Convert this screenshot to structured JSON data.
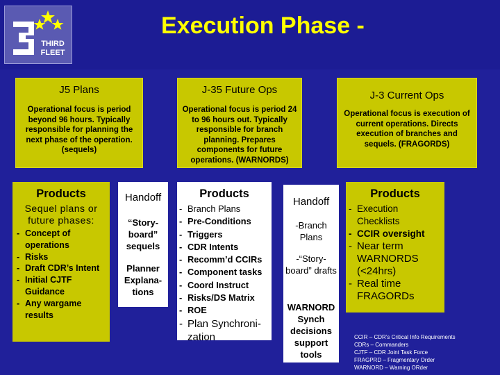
{
  "header": {
    "title": "Execution Phase -",
    "logo_text_line1": "THIRD",
    "logo_text_line2": "FLEET"
  },
  "columns": [
    {
      "title": "J5 Plans",
      "description": "Operational focus is period beyond 96 hours. Typically responsible for planning the next phase of the operation. (sequels)",
      "products_title": "Products",
      "products_intro": "Sequel plans or future phases:",
      "products_items": [
        "Concept of operations",
        "Risks",
        "Draft CDR’s Intent",
        "Initial CJTF Guidance",
        "Any wargame results"
      ],
      "handoff_title": "Handoff",
      "handoff_items": [
        "“Story-board” sequels",
        "Planner Explana-tions"
      ]
    },
    {
      "title": "J-35 Future Ops",
      "description": "Operational focus is period 24 to 96 hours out. Typically responsible for branch planning. Prepares components for future operations. (WARNORDS)",
      "products_title": "Products",
      "products_items": [
        "Branch Plans",
        "Pre-Conditions",
        "Triggers",
        "CDR Intents",
        "Recomm’d CCIRs",
        "Component tasks",
        "Coord Instruct",
        "Risks/DS Matrix",
        "ROE",
        "Plan Synchroni-zation"
      ],
      "handoff_title": "Handoff",
      "handoff_items": [
        "-Branch Plans",
        "-“Story-board” drafts",
        "WARNORD Synch decisions support tools"
      ]
    },
    {
      "title": "J-3 Current Ops",
      "description": "Operational focus is execution of current operations. Directs execution of branches and sequels. (FRAGORDS)",
      "products_title": "Products",
      "products_items": [
        "Execution Checklists",
        "CCIR oversight",
        "Near term WARNORDS (<24hrs)",
        "Real time FRAGORDs"
      ]
    }
  ],
  "legend": [
    "CCIR – CDR’s Critical Info Requirements",
    "CDRs – Commanders",
    "CJTF – CDR Joint Task Force",
    "FRAGPRD – Fragmentary Order",
    "WARNORD – Warning ORder"
  ],
  "colors": {
    "background": "#20209a",
    "panel": "#c8c800",
    "title": "#ffff00"
  }
}
